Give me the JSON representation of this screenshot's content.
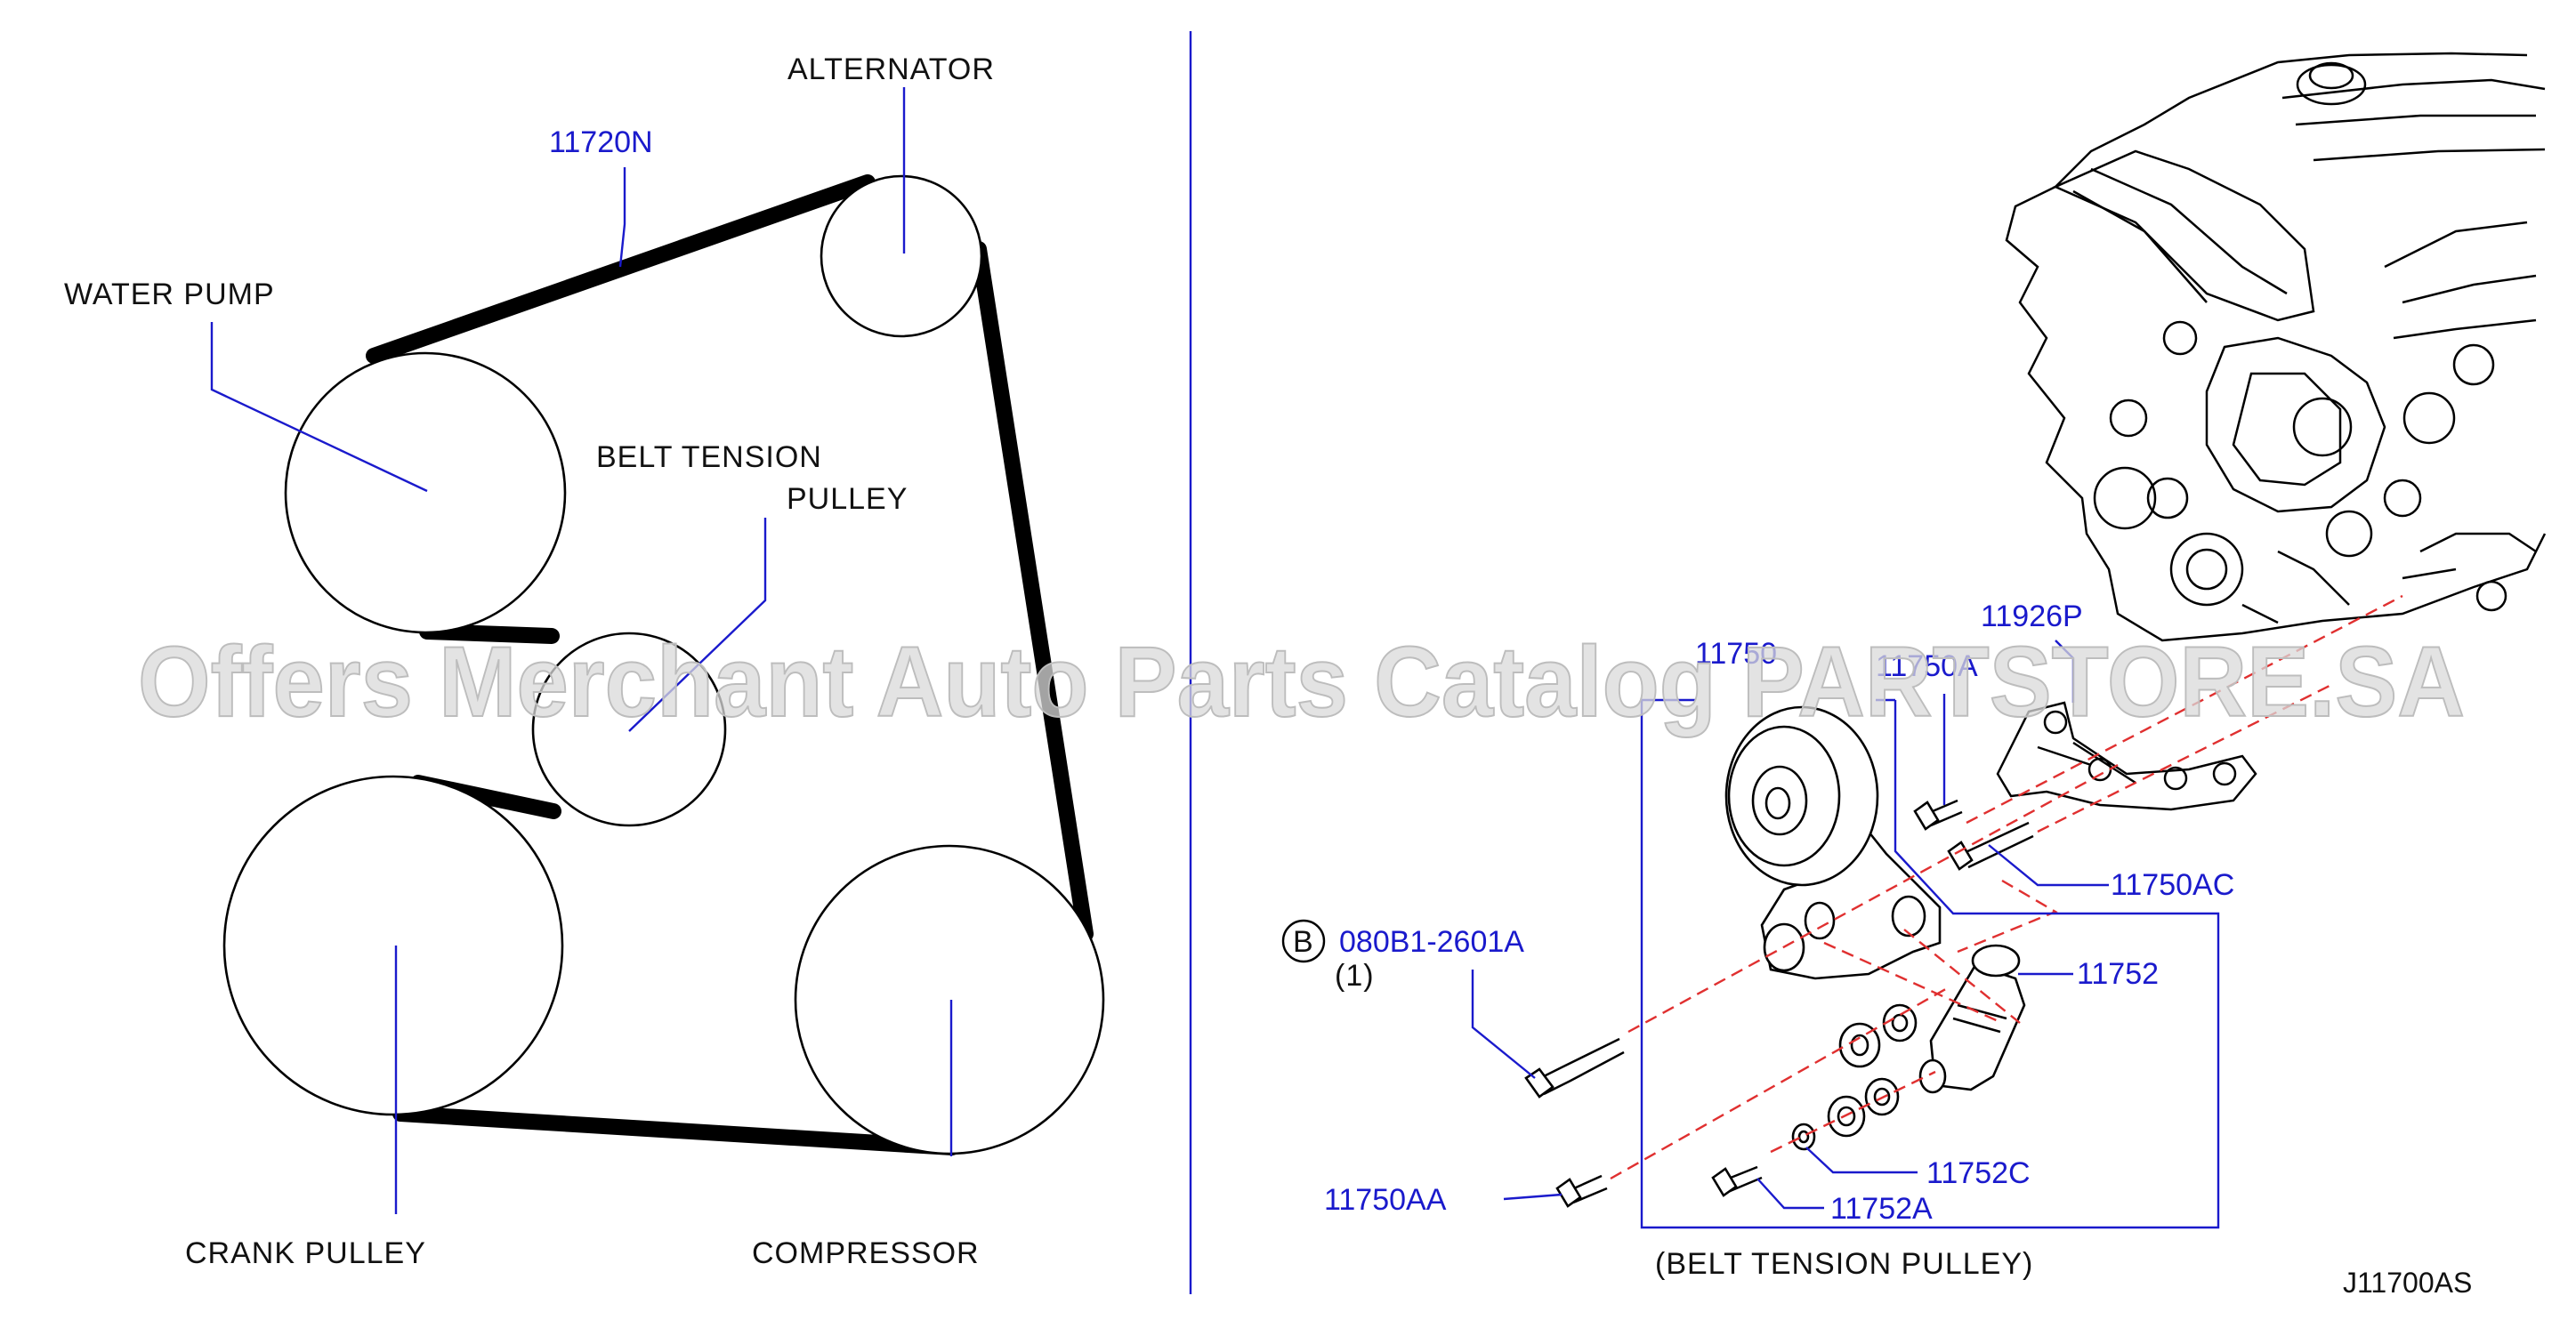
{
  "colors": {
    "part_number": "#1a1acc",
    "label": "#111111",
    "watermark": "#d9d9d9",
    "divider": "#1a1acc",
    "centerline": "#e03030"
  },
  "routing": {
    "labels": {
      "alternator": "ALTERNATOR",
      "belt_part": "11720N",
      "water_pump": "WATER   PUMP",
      "belt_tension_line1": "BELT   TENSION",
      "belt_tension_line2": "PULLEY",
      "crank_pulley": "CRANK   PULLEY",
      "compressor": "COMPRESSOR"
    }
  },
  "assembly": {
    "parts": {
      "p11750": "11750",
      "p11750A": "11750A",
      "p11926P": "11926P",
      "p11750AC": "11750AC",
      "p11752": "11752",
      "p080B1": "080B1-2601A",
      "qty": "(1)",
      "circle_ref": "B",
      "p11750AA": "11750AA",
      "p11752C": "11752C",
      "p11752A": "11752A"
    },
    "caption": "(BELT   TENSION   PULLEY)"
  },
  "diagram_code": "J11700AS",
  "watermark": "Offers Merchant Auto Parts Catalog PARTSTORE.SA"
}
